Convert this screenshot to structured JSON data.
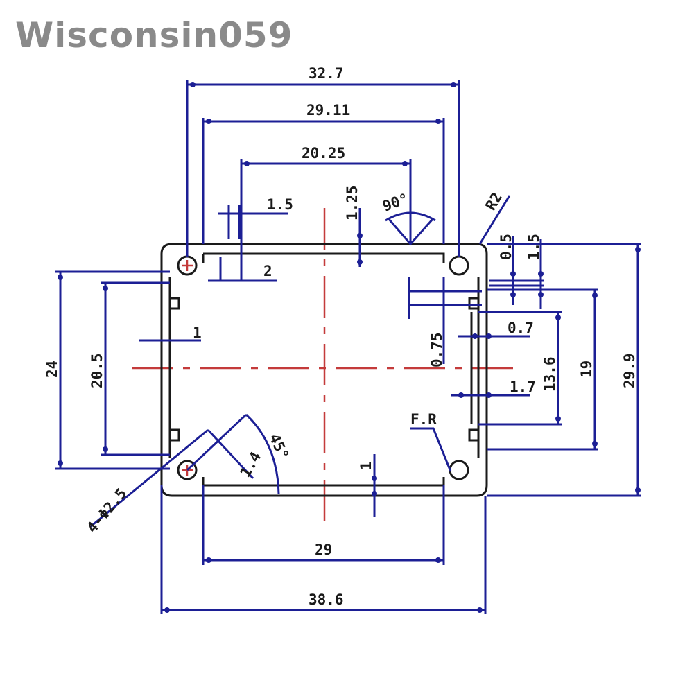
{
  "watermark": "Wisconsin059",
  "dimensions": {
    "overall_top_width": "32.7",
    "inner_top_width": "29.11",
    "slot_width": "20.25",
    "top_wall_small": "1.5",
    "top_wall_thickness": "1.25",
    "angle_top": "90°",
    "corner_radius": "R2",
    "right_offset_a": "0.5",
    "right_offset_b": "1.5",
    "left_step": "2",
    "left_wall": "1",
    "rail_gap": "0.7",
    "rail_offset": "0.75",
    "rail_inner_height": "13.6",
    "rail_outer_height": "19",
    "overall_height": "29.9",
    "rail_depth": "1.7",
    "fillet": "F.R",
    "left_outer_height": "24",
    "left_inner_height": "20.5",
    "angle_bottom": "45°",
    "hole_offset": "1.4",
    "bottom_wall": "1",
    "holes": "4-Φ2.5",
    "bottom_inner_width": "29",
    "overall_bottom_width": "38.6"
  },
  "colors": {
    "dimension": "#1c1f95",
    "centerline": "#c43b3b",
    "outline": "#1a1a1a"
  }
}
